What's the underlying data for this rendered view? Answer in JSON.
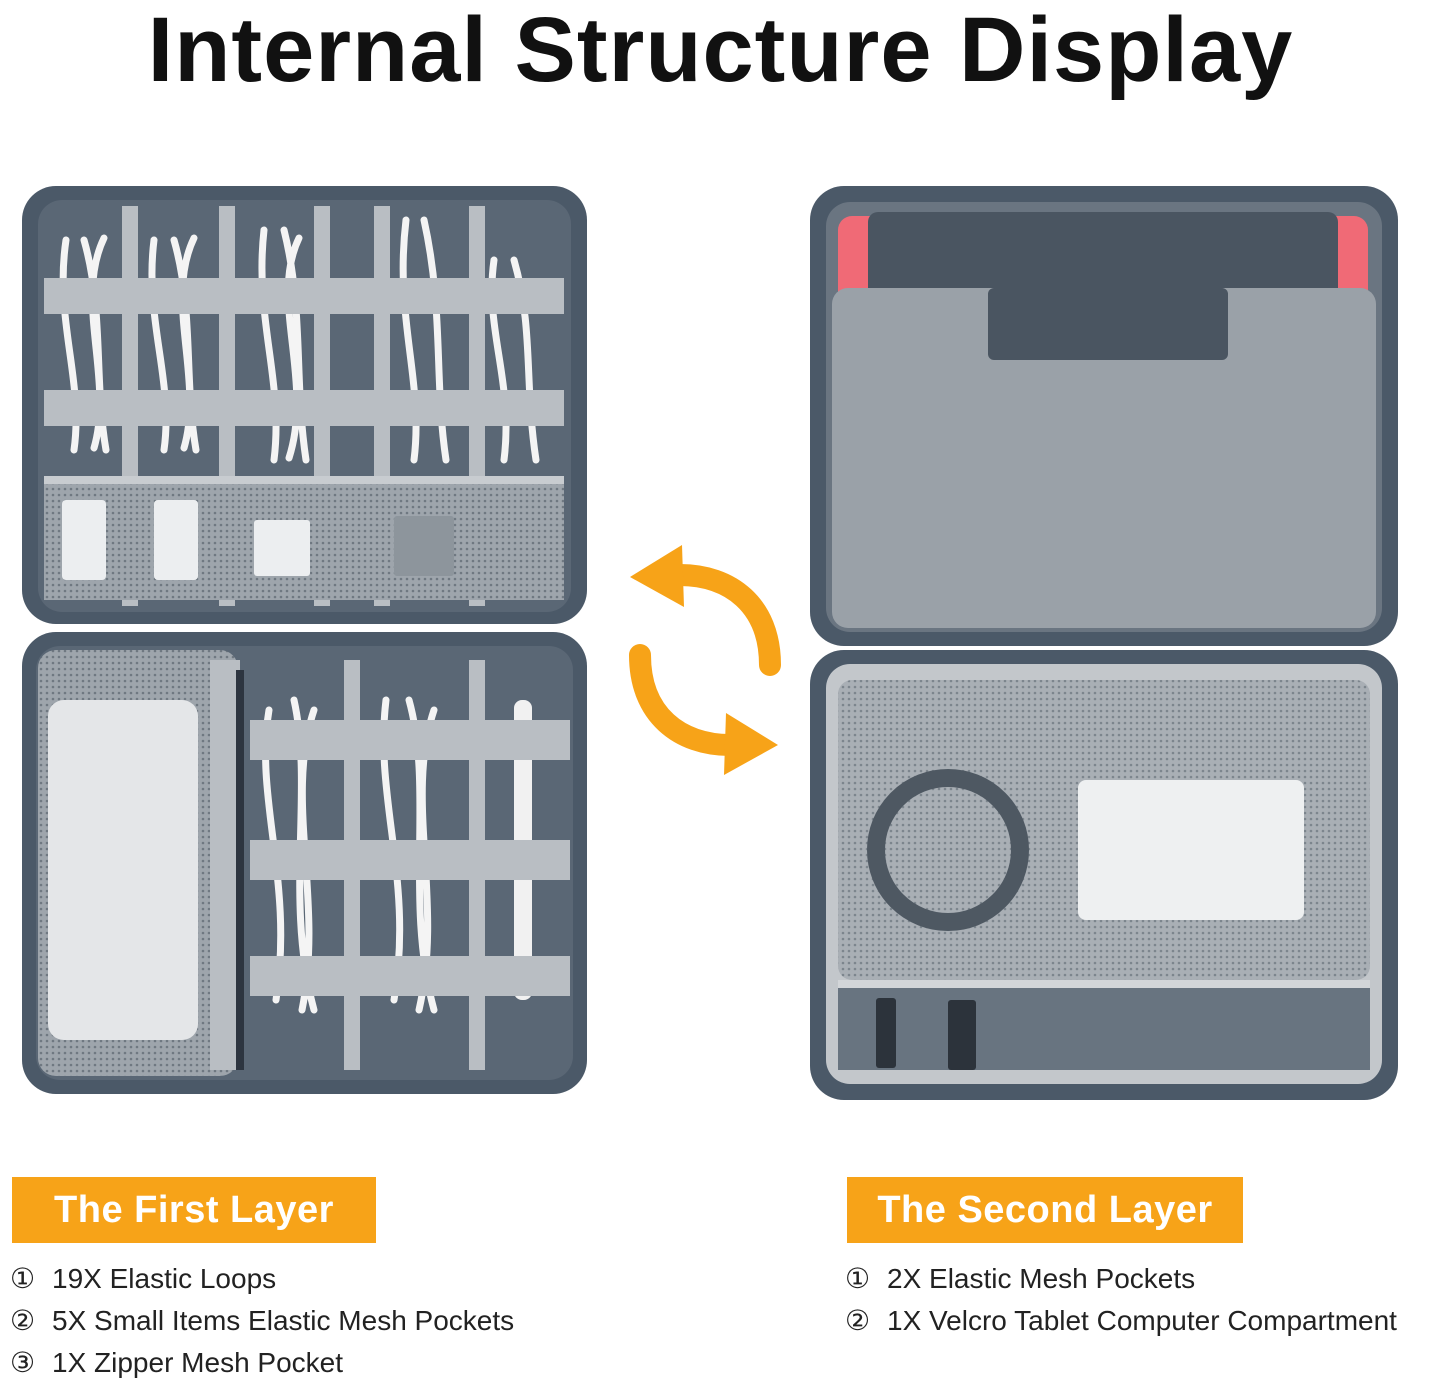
{
  "title": "Internal Structure Display",
  "first_layer": {
    "label": "The First Layer",
    "features": [
      {
        "num": "①",
        "text": "19X Elastic Loops"
      },
      {
        "num": "②",
        "text": "5X Small Items Elastic Mesh Pockets"
      },
      {
        "num": "③",
        "text": "1X Zipper Mesh Pocket"
      }
    ]
  },
  "second_layer": {
    "label": "The Second Layer",
    "features": [
      {
        "num": "①",
        "text": "2X Elastic Mesh Pockets"
      },
      {
        "num": "②",
        "text": "1X Velcro Tablet Computer Compartment"
      }
    ]
  },
  "colors": {
    "accent_orange": "#f7a318",
    "case_shell": "#4b5968",
    "lining": "#5a6775",
    "elastic_band": "#b9bec3",
    "mesh": "#a9afb5"
  },
  "icons": [
    "swap-arrows-icon"
  ]
}
